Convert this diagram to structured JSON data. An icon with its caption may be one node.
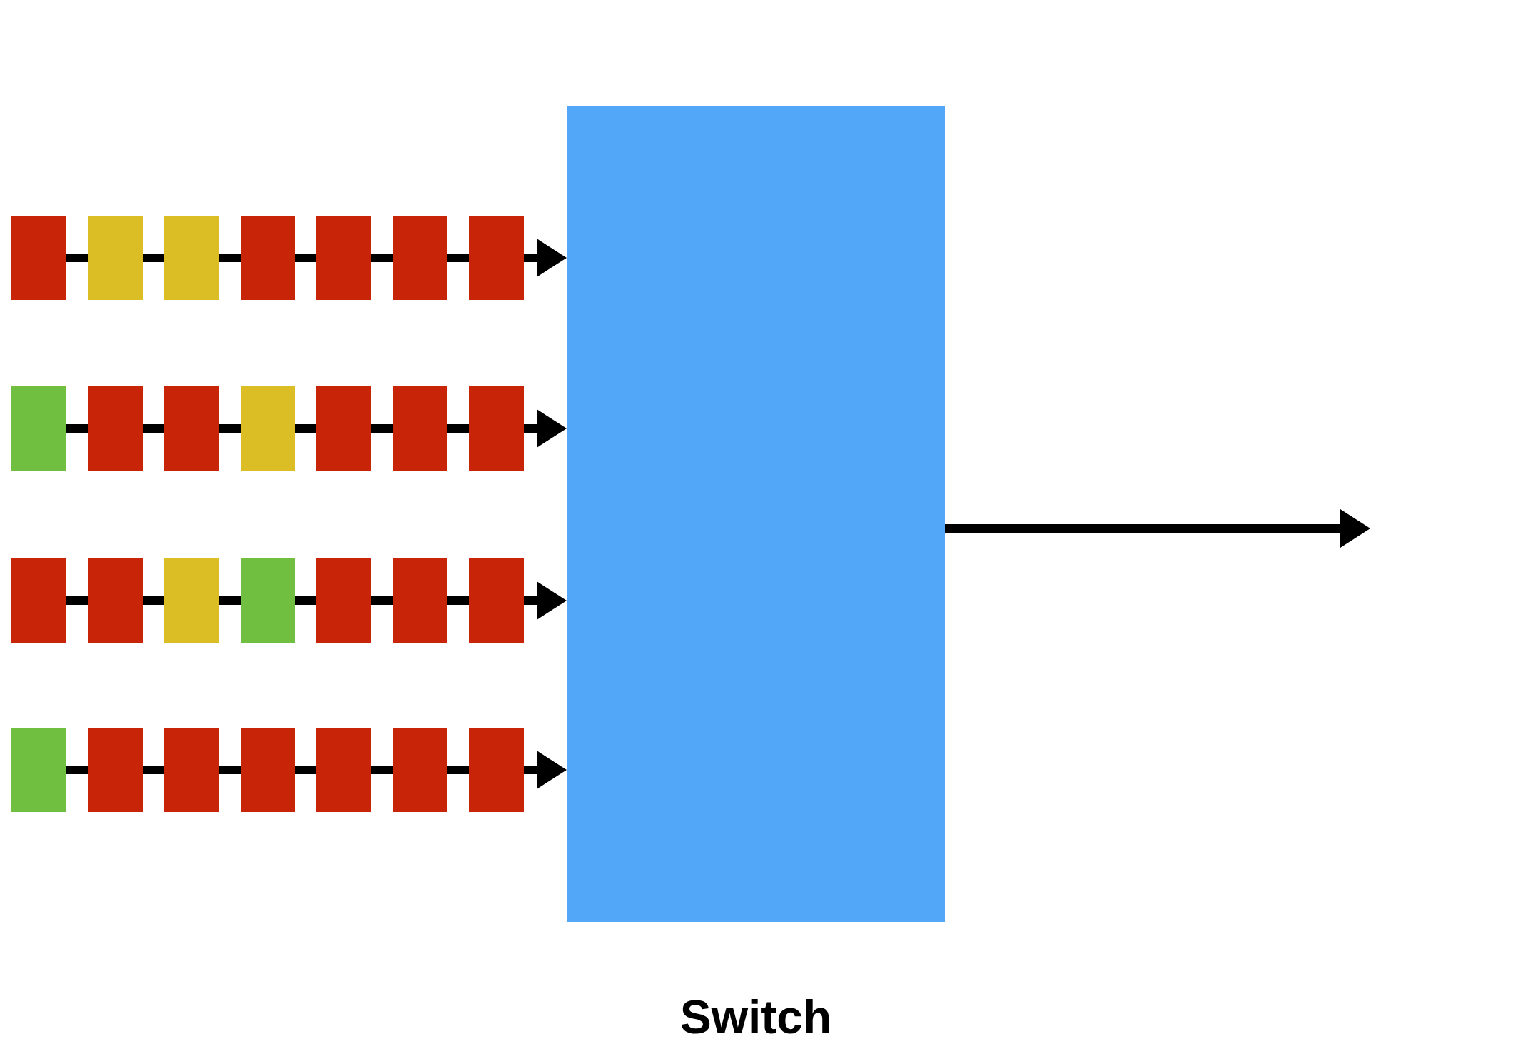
{
  "diagram": {
    "nodes": [
      {
        "text": [],
        "shape": "box"
      },
      {
        "text": [],
        "shape": "box"
      },
      {
        "text": [],
        "shape": "box"
      },
      {
        "text": [],
        "shape": "box"
      },
      {
        "text": [],
        "shape": "box"
      },
      {
        "text": [],
        "shape": "box"
      },
      {
        "text": [],
        "shape": "box"
      },
      {
        "text": [],
        "shape": "box"
      },
      {
        "text": [],
        "shape": "box"
      },
      {
        "text": [],
        "shape": "box"
      },
      {
        "text": [],
        "shape": "box"
      },
      {
        "text": [],
        "shape": "box"
      },
      {
        "text": [],
        "shape": "box"
      },
      {
        "text": [],
        "shape": "box"
      },
      {
        "text": [],
        "shape": "box"
      },
      {
        "text": [],
        "shape": "box"
      },
      {
        "text": [],
        "shape": "box"
      },
      {
        "text": [],
        "shape": "box"
      },
      {
        "text": [],
        "shape": "box"
      },
      {
        "text": [],
        "shape": "box"
      },
      {
        "text": [],
        "shape": "box"
      },
      {
        "text": [],
        "shape": "box"
      },
      {
        "text": [],
        "shape": "box"
      },
      {
        "text": [],
        "shape": "box"
      },
      {
        "text": [],
        "shape": "box"
      },
      {
        "text": [],
        "shape": "box"
      },
      {
        "text": [],
        "shape": "box"
      },
      {
        "text": [],
        "shape": "box"
      },
      {
        "text": [
          "Switch"
        ]
      }
    ],
    "edges": [
      {
        "from": 0,
        "to": 1,
        "arrow": "none"
      },
      {
        "from": 1,
        "to": 2,
        "arrow": "none"
      },
      {
        "from": 2,
        "to": 3,
        "arrow": "none"
      },
      {
        "from": 3,
        "to": 4,
        "arrow": "none"
      },
      {
        "from": 4,
        "to": 5,
        "arrow": "none"
      },
      {
        "from": 5,
        "to": 6,
        "arrow": "none"
      },
      {
        "from": 6,
        "to": 28,
        "arrow": "to"
      },
      {
        "from": 7,
        "to": 8,
        "arrow": "none"
      },
      {
        "from": 8,
        "to": 9,
        "arrow": "none"
      },
      {
        "from": 9,
        "to": 10,
        "arrow": "none"
      },
      {
        "from": 10,
        "to": 11,
        "arrow": "none"
      },
      {
        "from": 11,
        "to": 12,
        "arrow": "none"
      },
      {
        "from": 12,
        "to": 13,
        "arrow": "none"
      },
      {
        "from": 13,
        "to": 28,
        "arrow": "to"
      },
      {
        "from": 14,
        "to": 15,
        "arrow": "none"
      },
      {
        "from": 15,
        "to": 16,
        "arrow": "none"
      },
      {
        "from": 16,
        "to": 17,
        "arrow": "none"
      },
      {
        "from": 17,
        "to": 18,
        "arrow": "none"
      },
      {
        "from": 18,
        "to": 19,
        "arrow": "none"
      },
      {
        "from": 19,
        "to": 20,
        "arrow": "none"
      },
      {
        "from": 20,
        "to": 28,
        "arrow": "to"
      },
      {
        "from": 21,
        "to": 22,
        "arrow": "none"
      },
      {
        "from": 22,
        "to": 23,
        "arrow": "none"
      },
      {
        "from": 23,
        "to": 24,
        "arrow": "none"
      },
      {
        "from": 24,
        "to": 25,
        "arrow": "none"
      },
      {
        "from": 25,
        "to": 26,
        "arrow": "none"
      },
      {
        "from": 26,
        "to": 27,
        "arrow": "none"
      },
      {
        "from": 27,
        "to": 28,
        "arrow": "to"
      },
      {
        "from": 28,
        "to": null,
        "arrow": "to"
      }
    ]
  }
}
